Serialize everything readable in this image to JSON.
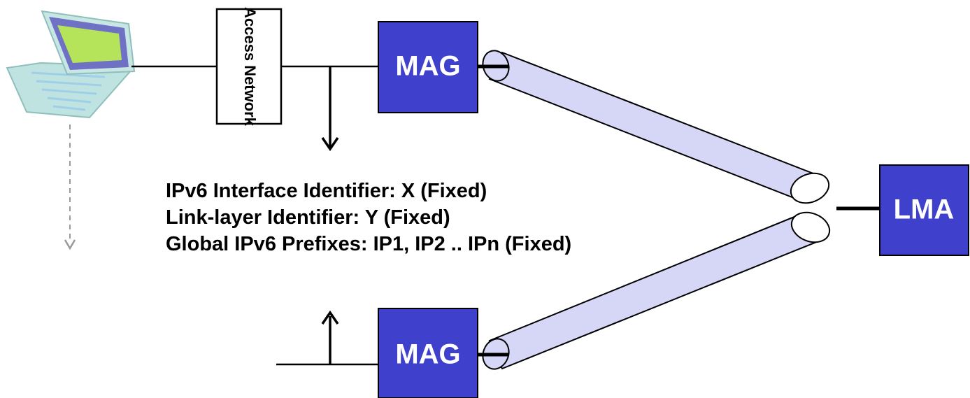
{
  "nodes": {
    "access_network": "Access Network",
    "mag_top": "MAG",
    "mag_bottom": "MAG",
    "lma": "LMA"
  },
  "info_lines": [
    "IPv6 Interface Identifier: X (Fixed)",
    "Link-layer Identifier: Y (Fixed)",
    "Global IPv6 Prefixes: IP1, IP2 .. IPn (Fixed)"
  ],
  "colors": {
    "mag_box": "#3f40cc",
    "tunnel_fill": "#d6d6f7",
    "laptop_body": "#bfe3e0",
    "laptop_screen_frame": "#6f72c4",
    "laptop_screen": "#b5e45a",
    "move_arrow": "#9a9a9a"
  },
  "icons": {
    "mobile_node": "laptop-icon"
  }
}
